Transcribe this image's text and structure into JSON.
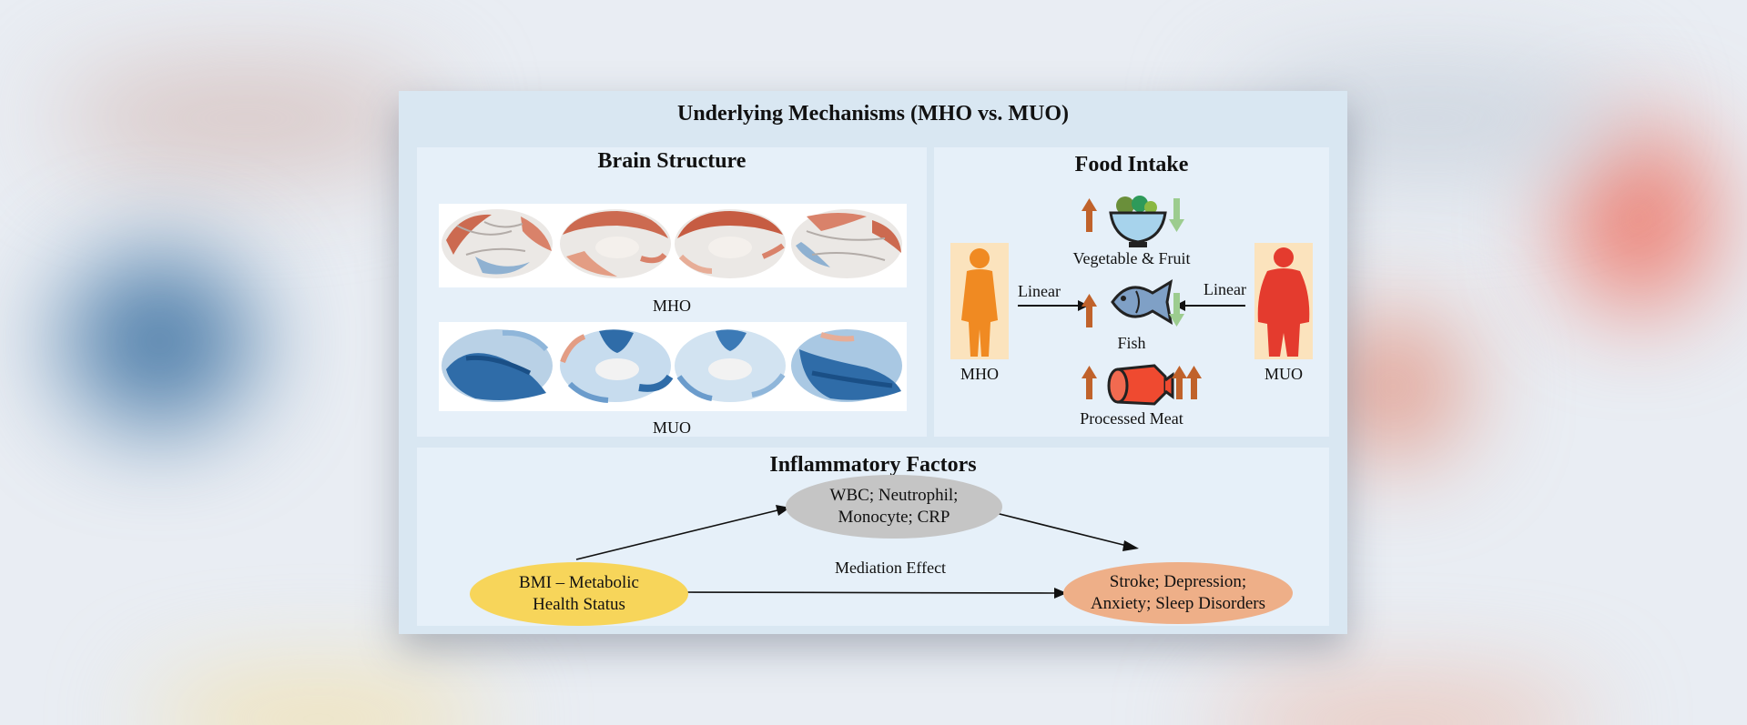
{
  "title": "Underlying Mechanisms (MHO vs. MUO)",
  "brain_panel": {
    "title": "Brain Structure",
    "rows": [
      {
        "label": "MHO",
        "tone": "warm"
      },
      {
        "label": "MUO",
        "tone": "cool"
      }
    ]
  },
  "food_panel": {
    "title": "Food Intake",
    "left_person": "MHO",
    "right_person": "MUO",
    "left_arrow": "Linear",
    "right_arrow": "Linear",
    "items": [
      {
        "label": "Vegetable & Fruit",
        "icon": "salad-bowl-icon"
      },
      {
        "label": "Fish",
        "icon": "fish-icon"
      },
      {
        "label": "Processed Meat",
        "icon": "meat-icon"
      }
    ]
  },
  "inflammation_panel": {
    "title": "Inflammatory Factors",
    "mediator_line1": "WBC;  Neutrophil;",
    "mediator_line2": "Monocyte;  CRP",
    "exposure_line1": "BMI – Metabolic",
    "exposure_line2": "Health Status",
    "outcome_line1": "Stroke;  Depression;",
    "outcome_line2": "Anxiety;  Sleep Disorders",
    "effect_label": "Mediation Effect"
  },
  "colors": {
    "up_arrow": "#c0622b",
    "down_arrow": "#9ccc8f",
    "mho_body": "#f08a22",
    "muo_body": "#e43b2e",
    "exposure_fill": "#f7d55a",
    "mediator_fill": "#c5c5c5",
    "outcome_fill": "#eeaf88"
  }
}
